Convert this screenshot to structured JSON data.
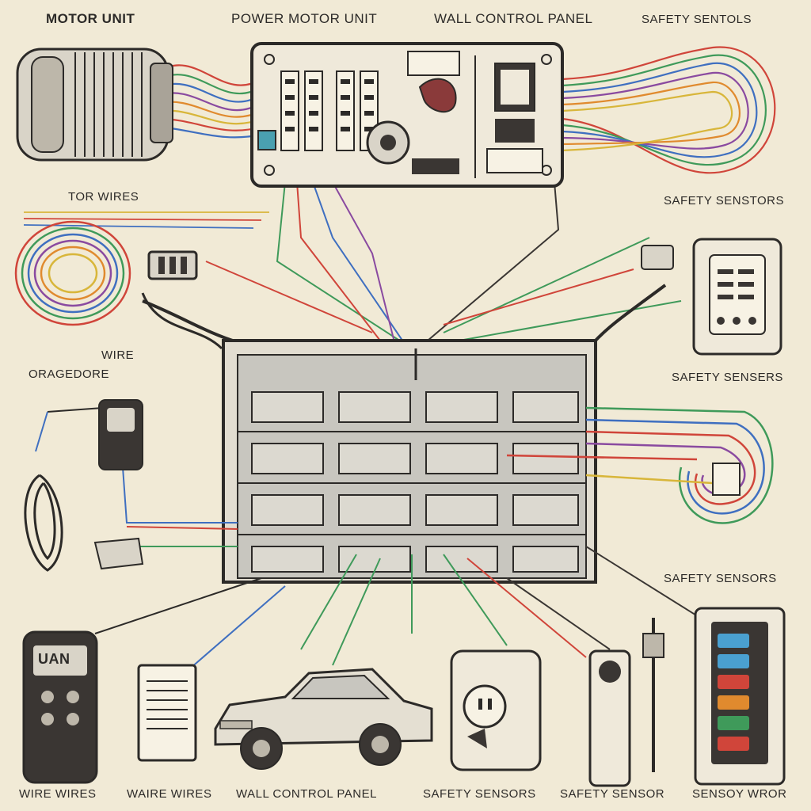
{
  "labels": {
    "motor_unit": "MOTOR UNIT",
    "power_motor_unit": "POWER MOTOR UNIT",
    "wall_control_panel_top": "WALL CONTROL PANEL",
    "safety_sentols": "SAFETY SENTOLS",
    "motor_wires": "TOR WIRES",
    "safety_sensors_1": "SAFETY SENSTORS",
    "safety_sensers": "SAFETY SENSERS",
    "safety_sensors_2": "SAFETY SENSORS",
    "garage_door_1": "WIRE",
    "garage_door_2": "ORAGEDORE",
    "remote_display": "UAN",
    "bottom": {
      "wire_wires_1": "WIRE WIRES",
      "wire_wires_2": "WAIRE WIRES",
      "wall_control_panel": "WALL CONTROL PANEL",
      "safety_sensors": "SAFETY SENSORS",
      "safety_sensor": "SAFETY SENSOR",
      "sensor_wror": "SENSOY WROR"
    }
  },
  "colors": {
    "background": "#f1ead6",
    "ink": "#2c2a28",
    "door": "#c8c6bf",
    "wire_red": "#d0453a",
    "wire_green": "#3f9a5a",
    "wire_blue": "#3f6fc0",
    "wire_purple": "#8a4aa0",
    "wire_orange": "#e08a2e",
    "wire_yellow": "#d8b63a",
    "panel_dark": "#3a3633"
  },
  "icons": [
    "motor-icon",
    "control-board-icon",
    "wire-coil-icon",
    "garage-door-icon",
    "remote-control-icon",
    "car-icon",
    "power-outlet-icon",
    "safety-sensor-icon",
    "fuse-box-icon",
    "wall-panel-icon"
  ]
}
